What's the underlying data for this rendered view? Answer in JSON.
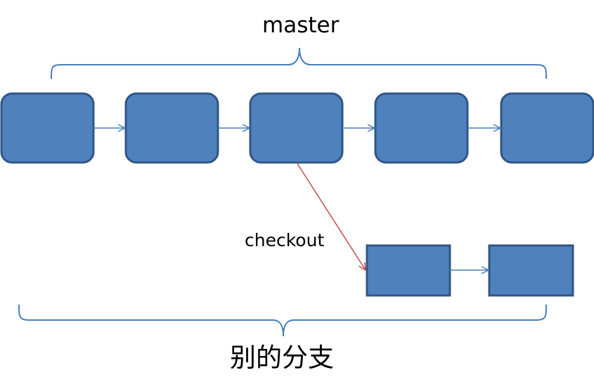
{
  "labels": {
    "master": "master",
    "checkout": "checkout",
    "other_branch": "别的分支"
  },
  "colors": {
    "node_fill": "#4f81bd",
    "node_stroke": "#2f5686",
    "connector": "#4a7ebb",
    "checkout_arrow": "#c0504d",
    "brace": "#4a7ebb",
    "text": "#000000"
  },
  "nodes": {
    "master": [
      {
        "id": "m1",
        "shape": "rounded-rectangle",
        "branch": "master"
      },
      {
        "id": "m2",
        "shape": "rounded-rectangle",
        "branch": "master"
      },
      {
        "id": "m3",
        "shape": "rounded-rectangle",
        "branch": "master"
      },
      {
        "id": "m4",
        "shape": "rounded-rectangle",
        "branch": "master"
      },
      {
        "id": "m5",
        "shape": "rounded-rectangle",
        "branch": "master"
      }
    ],
    "other_branch": [
      {
        "id": "b1",
        "shape": "rectangle",
        "branch": "other"
      },
      {
        "id": "b2",
        "shape": "rectangle",
        "branch": "other"
      }
    ]
  },
  "edges": [
    {
      "from": "m1",
      "to": "m2",
      "kind": "sequence"
    },
    {
      "from": "m2",
      "to": "m3",
      "kind": "sequence"
    },
    {
      "from": "m3",
      "to": "m4",
      "kind": "sequence"
    },
    {
      "from": "m4",
      "to": "m5",
      "kind": "sequence"
    },
    {
      "from": "m3",
      "to": "b1",
      "kind": "checkout"
    },
    {
      "from": "b1",
      "to": "b2",
      "kind": "sequence"
    }
  ]
}
